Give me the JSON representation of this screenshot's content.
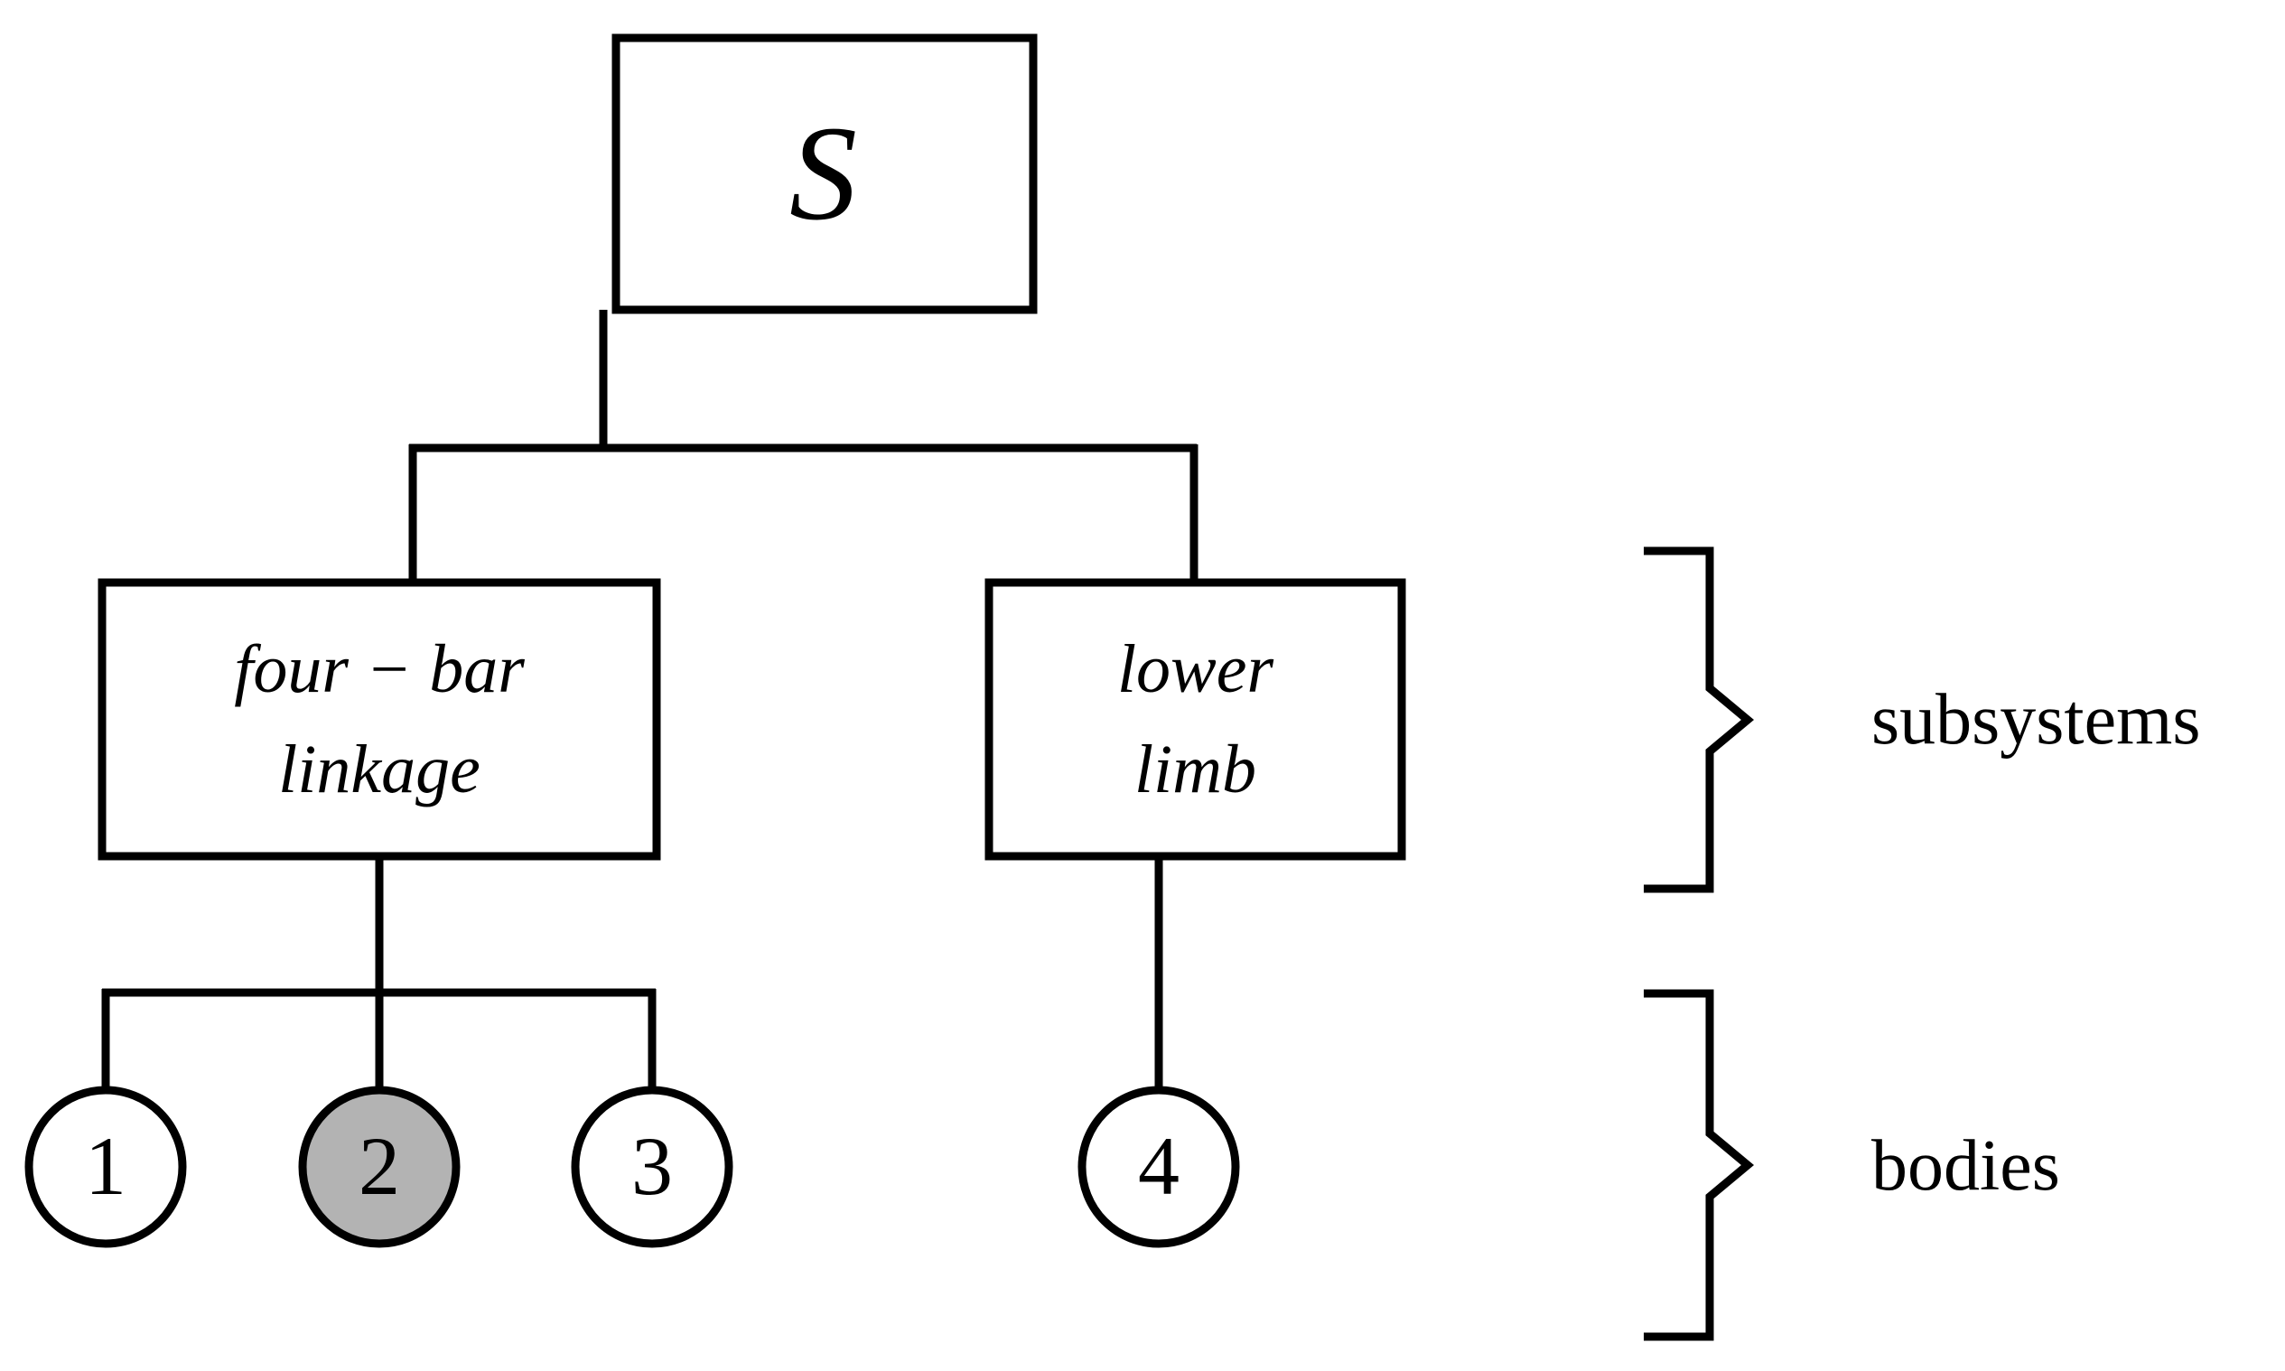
{
  "diagram": {
    "title_text": "S",
    "root": {
      "label": "S"
    },
    "subsystems": [
      {
        "id": "four-bar-linkage",
        "line1": "four − bar",
        "line2": "linkage"
      },
      {
        "id": "lower-limb",
        "line1": "lower",
        "line2": "limb"
      }
    ],
    "bodies": [
      {
        "id": "body-1",
        "label": "1",
        "filled": false
      },
      {
        "id": "body-2",
        "label": "2",
        "filled": true
      },
      {
        "id": "body-3",
        "label": "3",
        "filled": false
      },
      {
        "id": "body-4",
        "label": "4",
        "filled": false
      }
    ],
    "braces": [
      {
        "id": "brace-subsystems",
        "label": "subsystems"
      },
      {
        "id": "brace-bodies",
        "label": "bodies"
      }
    ],
    "colors": {
      "stroke": "#000000",
      "background": "#ffffff",
      "node_fill": "#ffffff",
      "highlight_fill": "#b3b3b3"
    }
  }
}
